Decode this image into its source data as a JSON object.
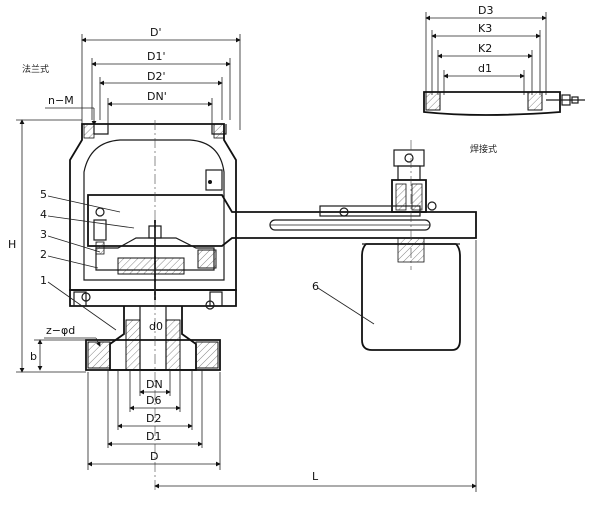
{
  "dims_top": {
    "d_prime": "D'",
    "d1_prime": "D1'",
    "d2_prime": "D2'",
    "dn_prime": "DN'",
    "n_m": "n−M"
  },
  "dims_bottom": {
    "dn": "DN",
    "d6": "D6",
    "d2": "D2",
    "d1": "D1",
    "d": "D",
    "d0": "d0",
    "z_phid": "z−φd",
    "b": "b",
    "h": "H",
    "l": "L"
  },
  "detail": {
    "d3": "D3",
    "k3": "K3",
    "k2": "K2",
    "d1": "d1"
  },
  "notes": {
    "flange_note": "法兰式",
    "detail_note": "焊接式"
  },
  "parts": [
    "1",
    "2",
    "3",
    "4",
    "5",
    "6"
  ]
}
